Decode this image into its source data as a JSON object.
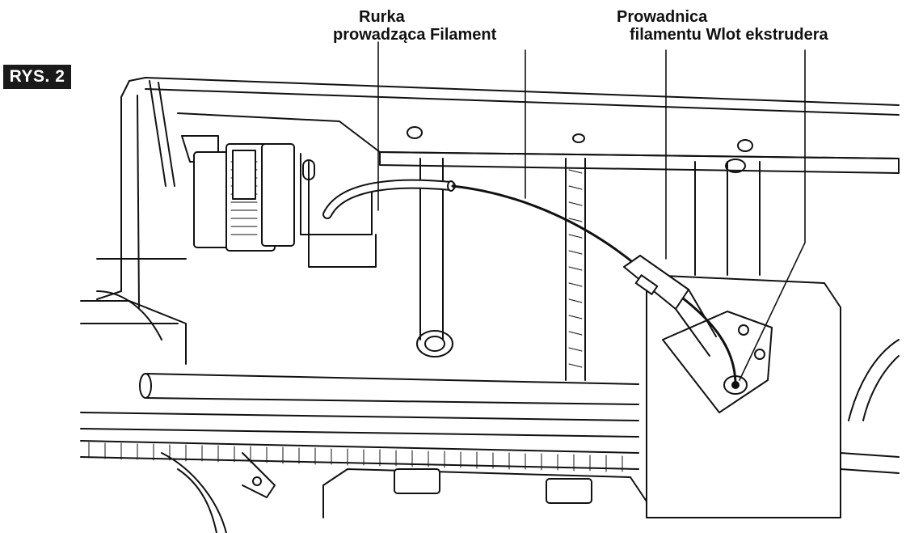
{
  "figure": {
    "label": "RYS. 2"
  },
  "callouts": {
    "guide_tube_line1": "Rurka",
    "guide_tube_line2": "prowadząca Filament",
    "filament_guide_line1": "Prowadnica",
    "filament_guide_line2": "filamentu Wlot ekstrudera"
  },
  "colors": {
    "ink": "#111111",
    "fill": "#ffffff",
    "label_bg": "#1a1a1a"
  }
}
